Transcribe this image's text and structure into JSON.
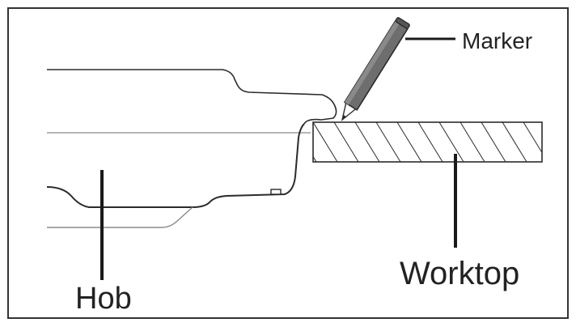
{
  "labels": {
    "marker": "Marker",
    "hob": "Hob",
    "worktop": "Worktop"
  },
  "colors": {
    "frame": "#333333",
    "line_dark": "#2b2b2b",
    "line_light": "#8a8a8a",
    "marker_body": "#6e6e6e",
    "marker_tip": "#ffffff"
  }
}
